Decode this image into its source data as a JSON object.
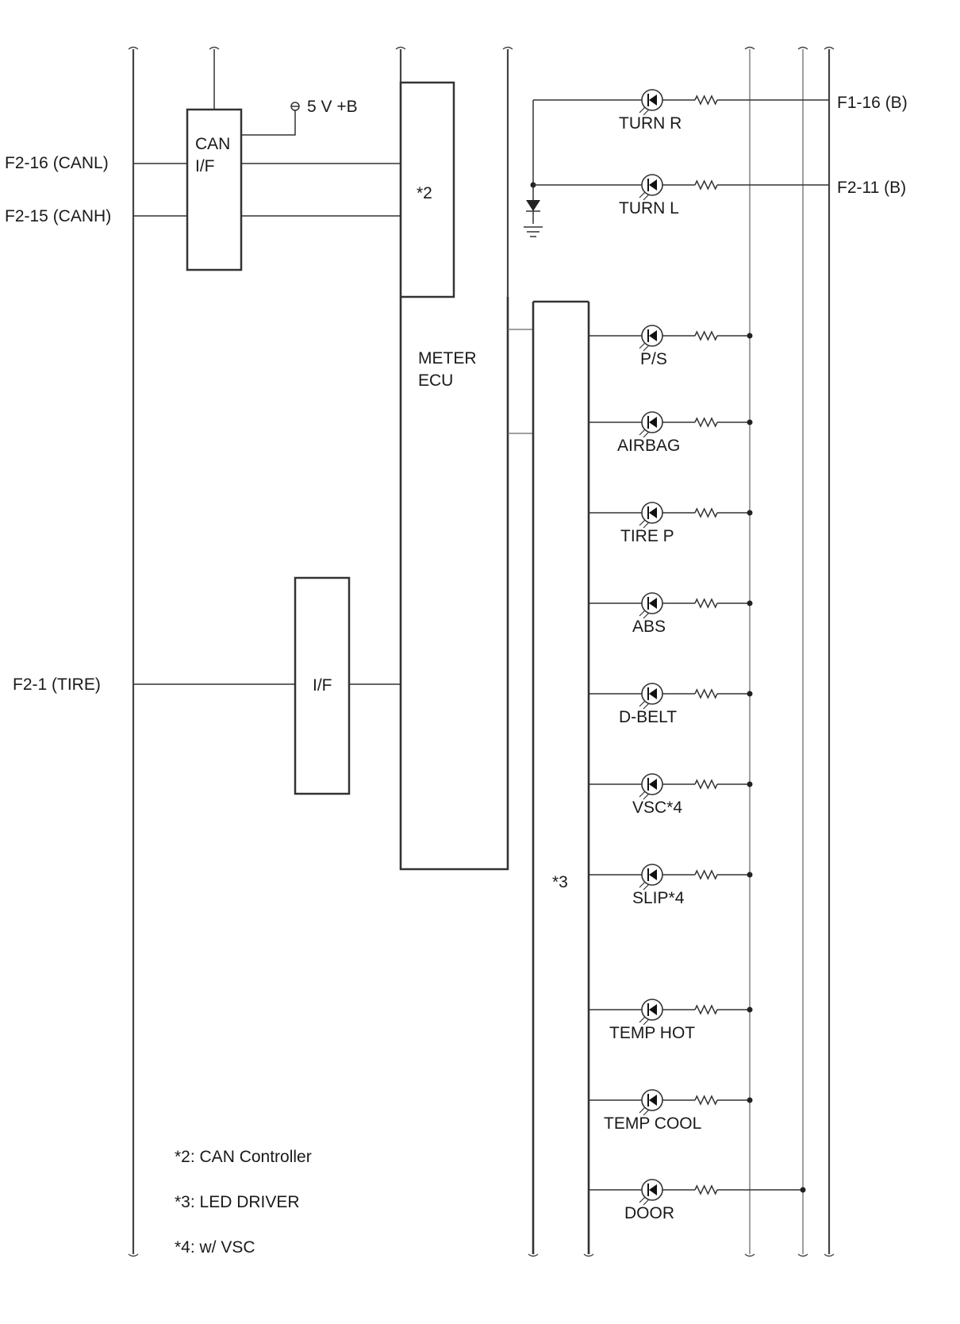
{
  "terminals": {
    "f2_16": "F2-16 (CANL)",
    "f2_15": "F2-15 (CANH)",
    "f2_1": "F2-1 (TIRE)",
    "f1_16": "F1-16 (B)",
    "f2_11": "F2-11 (B)"
  },
  "power": {
    "label": "5 V +B"
  },
  "blocks": {
    "can_if_line1": "CAN",
    "can_if_line2": "I/F",
    "can_controller": "*2",
    "meter_ecu_line1": "METER",
    "meter_ecu_line2": "ECU",
    "tire_if": "I/F",
    "led_driver": "*3"
  },
  "indicators": [
    {
      "label": "TURN R"
    },
    {
      "label": "TURN L"
    },
    {
      "label": "P/S"
    },
    {
      "label": "AIRBAG"
    },
    {
      "label": "TIRE P"
    },
    {
      "label": "ABS"
    },
    {
      "label": "D-BELT"
    },
    {
      "label": "VSC*4"
    },
    {
      "label": "SLIP*4"
    },
    {
      "label": "TEMP HOT"
    },
    {
      "label": "TEMP COOL"
    },
    {
      "label": "DOOR"
    }
  ],
  "notes": [
    "*2: CAN Controller",
    "*3: LED DRIVER",
    "*4: w/ VSC"
  ]
}
